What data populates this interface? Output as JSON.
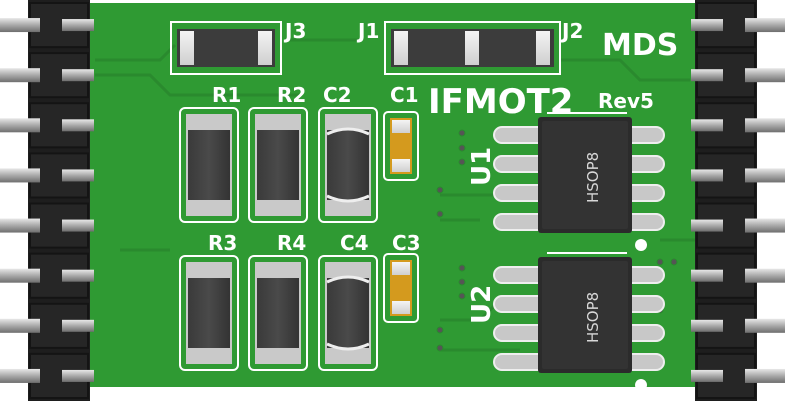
{
  "board": {
    "name": "IFMOT2",
    "maker": "MDS",
    "revision": "Rev5",
    "colors": {
      "pcb": "#2f9a33",
      "pcb_dark": "#268a2b",
      "silk": "#ffffff",
      "pad": "#d8c9a0",
      "cap_c1": "#d49a1e",
      "chip": "#2b2b2b",
      "header": "#1e1e1e",
      "pin": "#b9b9b9"
    }
  },
  "labels": {
    "j1": "J1",
    "j2": "J2",
    "j3": "J3",
    "r1": "R1",
    "r2": "R2",
    "c2": "C2",
    "c1": "C1",
    "r3": "R3",
    "r4": "R4",
    "c4": "C4",
    "c3": "C3",
    "u1": "U1",
    "u2": "U2"
  },
  "chips": {
    "u1_package": "HSOP8",
    "u2_package": "HSOP8"
  },
  "headers": {
    "left": {
      "pin_count": 8,
      "icon": "pin-header-icon"
    },
    "right": {
      "pin_count": 8,
      "icon": "pin-header-icon"
    }
  }
}
